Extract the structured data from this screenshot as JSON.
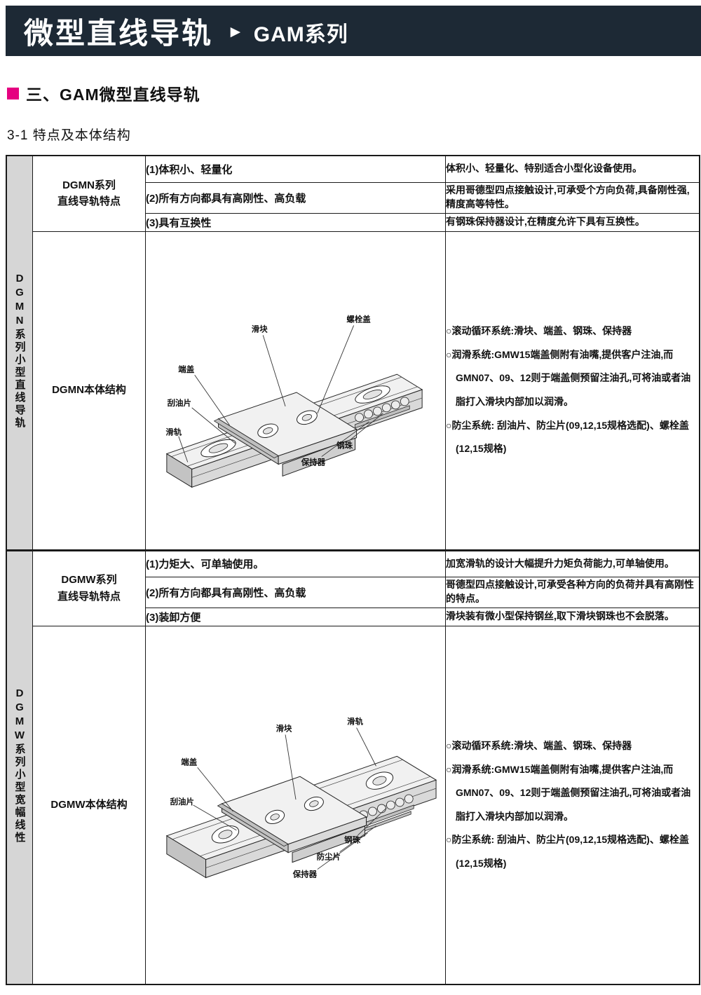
{
  "banner": {
    "title": "微型直线导轨",
    "arrow": "►",
    "series": "GAM系列"
  },
  "headings": {
    "section": "三、GAM微型直线导轨",
    "subsection": "3-1 特点及本体结构"
  },
  "colors": {
    "banner_bg": "#1d2935",
    "accent_magenta": "#e50080",
    "side_column_bg": "#d6d6d6",
    "table_border": "#1a1a1a"
  },
  "sections": [
    {
      "id": "dgmn",
      "side_label": "DGMN系列小型直线导轨",
      "feature_header": [
        "DGMN系列",
        "直线导轨特点"
      ],
      "structure_header": "DGMN本体结构",
      "features": [
        {
          "item": "(1)体积小、轻量化",
          "desc": "体积小、轻量化、特别适合小型化设备使用。"
        },
        {
          "item": "(2)所有方向都具有高刚性、高负载",
          "desc": "采用哥德型四点接触设计,可承受个方向负荷,具备刚性强,精度高等特性。"
        },
        {
          "item": "(3)具有互换性",
          "desc": "有钢珠保持器设计,在精度允许下具有互换性。"
        }
      ],
      "notes": [
        "○滚动循环系统:滑块、端盖、钢珠、保持器",
        "○润滑系统:GMW15端盖侧附有油嘴,提供客户注油,而GMN07、09、12则于端盖侧预留注油孔,可将油或者油脂打入滑块内部加以润滑。",
        "○防尘系统: 刮油片、防尘片(09,12,15规格选配)、螺栓盖(12,15规格)"
      ],
      "diagram_labels": {
        "slider": "滑块",
        "bolt_cover": "螺栓盖",
        "end_cap": "端盖",
        "scraper": "刮油片",
        "rail": "滑轨",
        "retainer": "保持器",
        "ball": "钢珠"
      }
    },
    {
      "id": "dgmw",
      "side_label": "DGMW系列小型宽幅线性",
      "feature_header": [
        "DGMW系列",
        "直线导轨特点"
      ],
      "structure_header": "DGMW本体结构",
      "features": [
        {
          "item": "(1)力矩大、可单轴使用。",
          "desc": "加宽滑轨的设计大幅提升力矩负荷能力,可单轴使用。"
        },
        {
          "item": "(2)所有方向都具有高刚性、高负载",
          "desc": "哥德型四点接触设计,可承受各种方向的负荷并具有高刚性的特点。"
        },
        {
          "item": "(3)装卸方便",
          "desc": "滑块装有微小型保持钢丝,取下滑块钢珠也不会脱落。"
        }
      ],
      "notes": [
        "○滚动循环系统:滑块、端盖、钢珠、保持器",
        "○润滑系统:GMW15端盖侧附有油嘴,提供客户注油,而GMN07、09、12则于端盖侧预留注油孔,可将油或者油脂打入滑块内部加以润滑。",
        "○防尘系统: 刮油片、防尘片(09,12,15规格选配)、螺栓盖(12,15规格)"
      ],
      "diagram_labels": {
        "slider": "滑块",
        "rail": "滑轨",
        "end_cap": "端盖",
        "scraper": "刮油片",
        "ball": "钢珠",
        "dust_plate": "防尘片",
        "retainer": "保持器"
      }
    }
  ]
}
